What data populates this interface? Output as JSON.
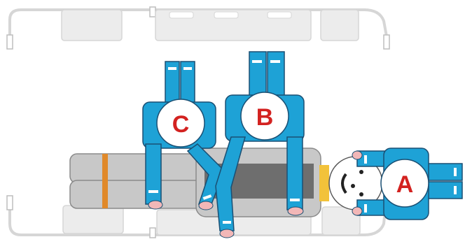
{
  "colors": {
    "uniform": "#1ea2d6",
    "outline": "#1a4f73",
    "badge_text": "#d32220",
    "tray": "#d6d6d6",
    "tray_fill": "#ececec",
    "patient_body": "#c8c8c8",
    "patient_dark": "#6e6e6e",
    "strap": "#e0892a",
    "skin": "#f2b7b7",
    "head_pad": "#f2c23a"
  },
  "persons": [
    {
      "label": "A",
      "role": "head"
    },
    {
      "label": "B",
      "role": "torso"
    },
    {
      "label": "C",
      "role": "legs"
    }
  ],
  "icons": [
    "rescuer-icon",
    "patient-icon",
    "stretcher-icon",
    "face-icon"
  ]
}
